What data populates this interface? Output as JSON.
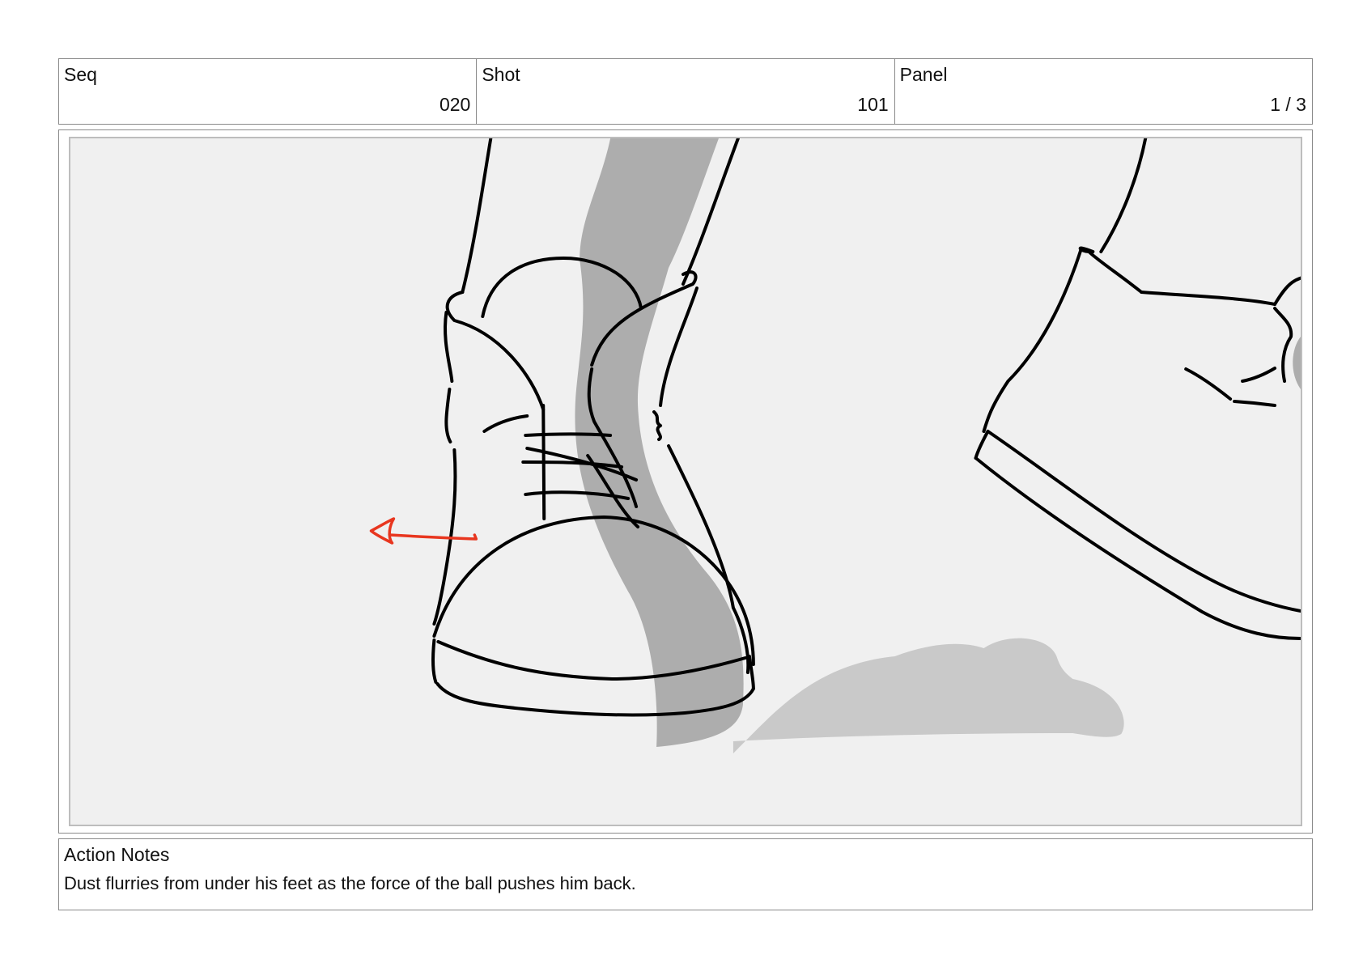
{
  "header": {
    "seq_label": "Seq",
    "seq_value": "020",
    "shot_label": "Shot",
    "shot_value": "101",
    "panel_label": "Panel",
    "panel_value": "1 / 3"
  },
  "notes": {
    "title": "Action Notes",
    "text": "Dust flurries from under his feet as the force of the ball pushes him back."
  },
  "colors": {
    "line": "#000000",
    "shadow": "#adadad",
    "ground_shadow": "#c9c9c9",
    "background": "#f0f0f0",
    "arrow": "#e8361f"
  },
  "icons": {
    "direction_arrow": "red-arrow-left-icon"
  }
}
